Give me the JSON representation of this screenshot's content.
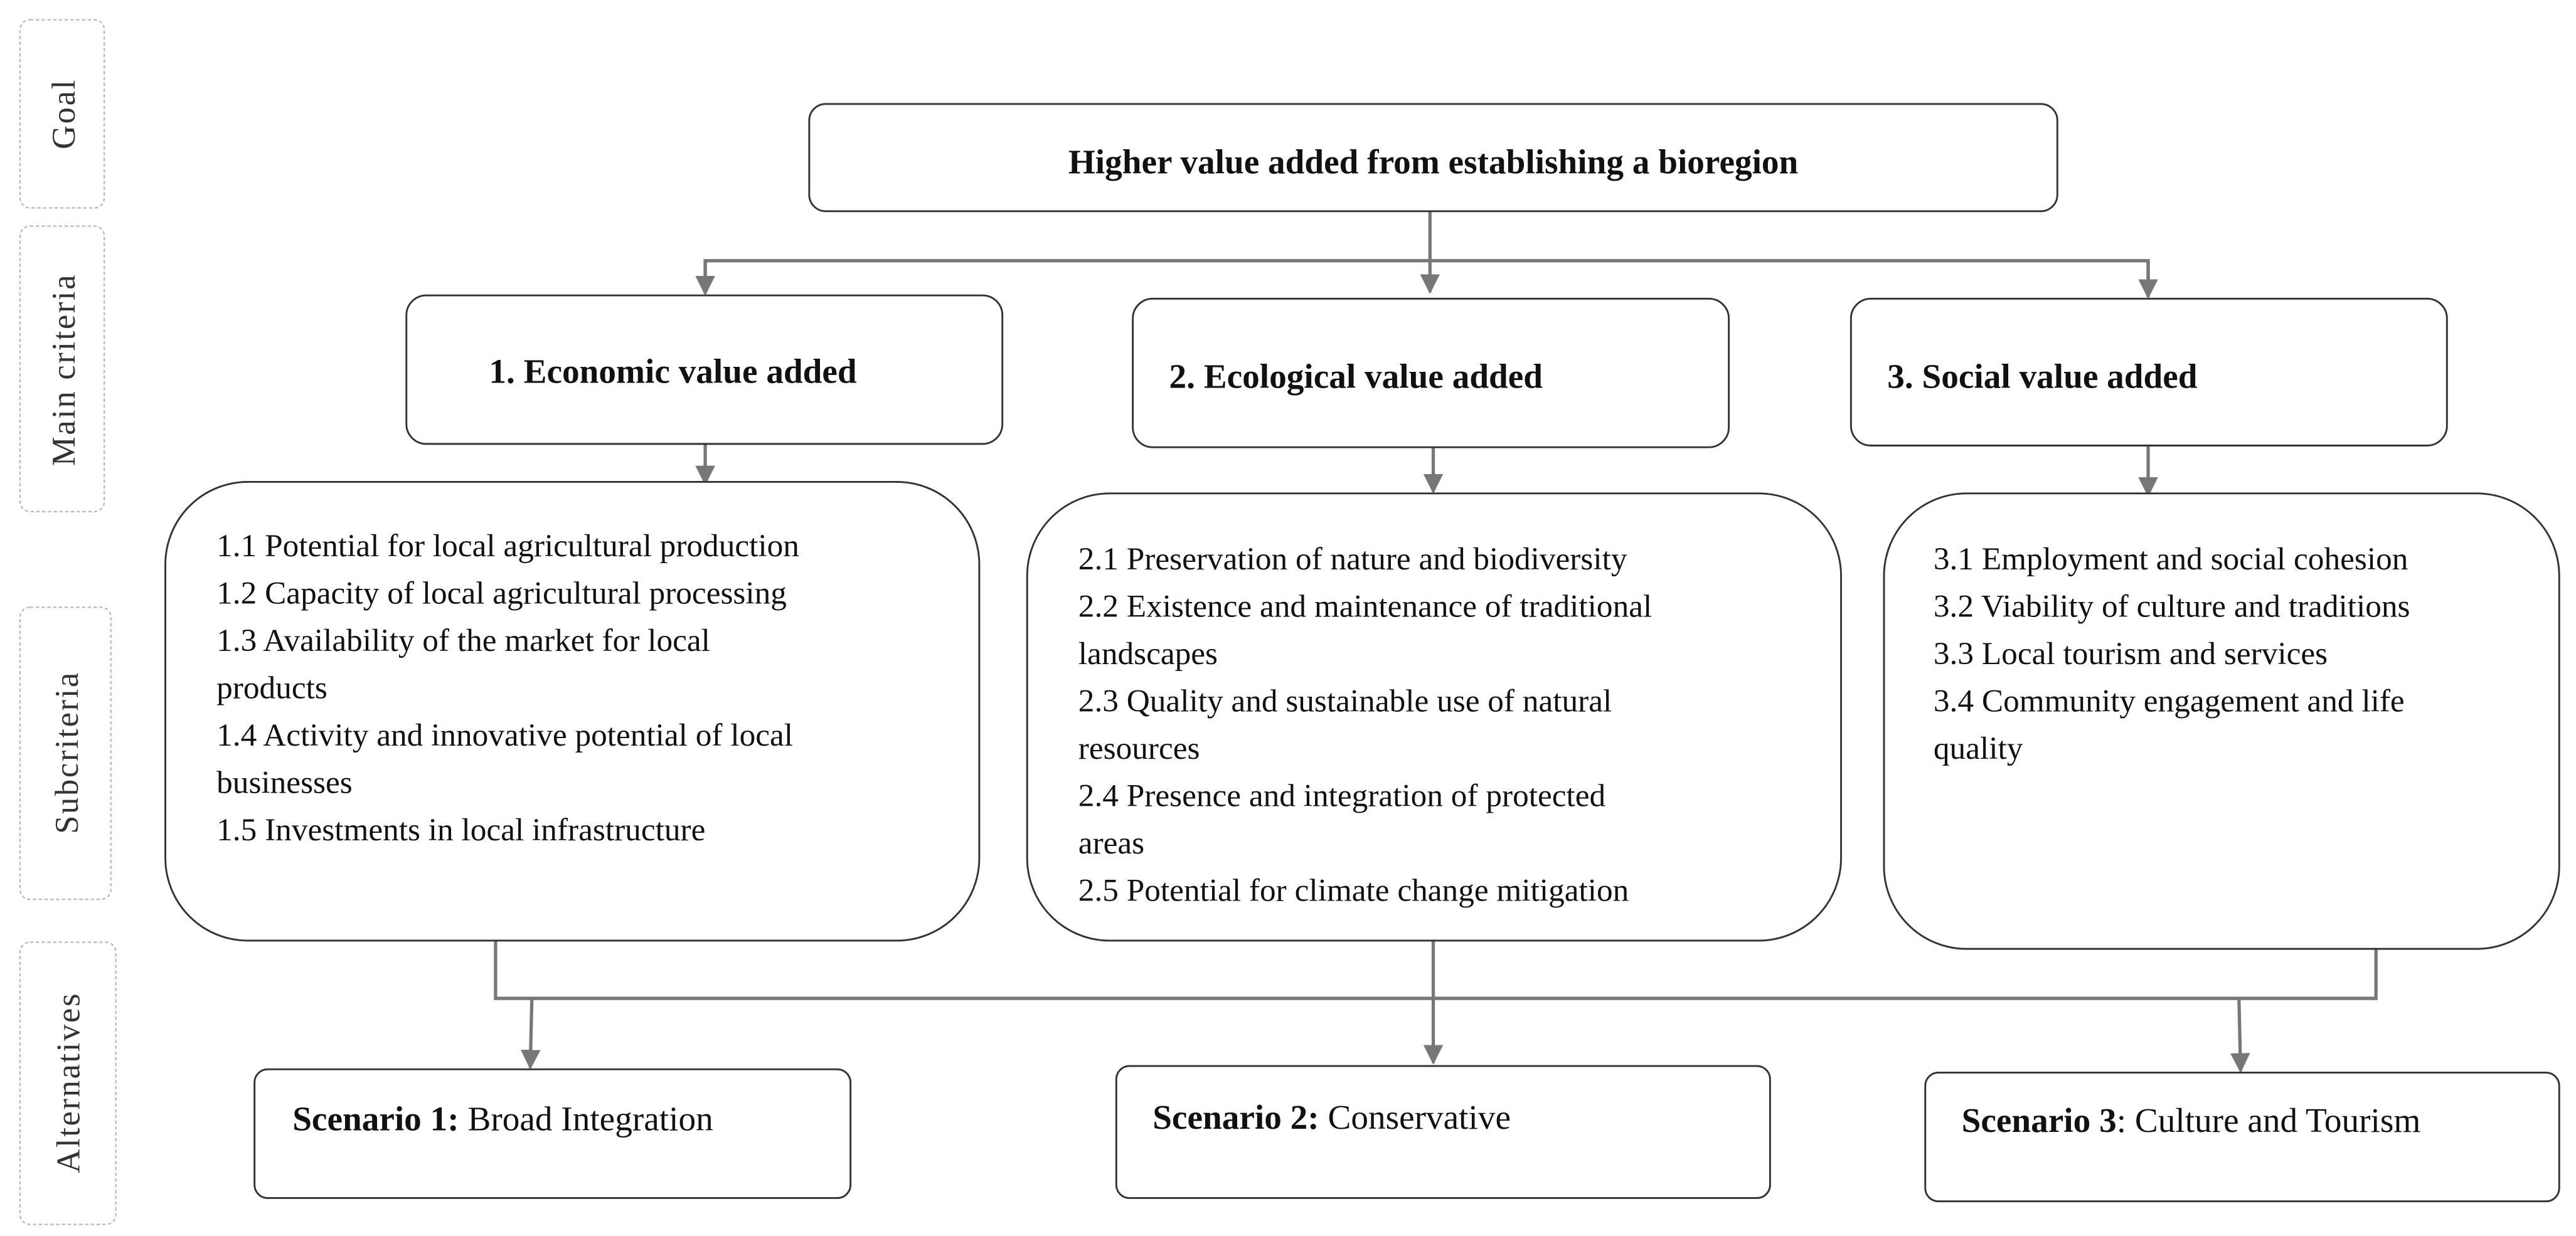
{
  "levels": [
    "Goal",
    "Main criteria",
    "Subcriteria",
    "Alternatives"
  ],
  "goal": "Higher value added from establishing a bioregion",
  "criteria": [
    {
      "title": "1. Economic value added",
      "lines": [
        "1.1 Potential for local agricultural production",
        "1.2 Capacity of local agricultural processing",
        "1.3 Availability of the market for local",
        "products",
        "1.4 Activity and innovative potential of local",
        "businesses",
        "1.5 Investments in local infrastructure"
      ]
    },
    {
      "title": "2. Ecological value added",
      "lines": [
        "2.1 Preservation of nature and biodiversity",
        "2.2 Existence and maintenance of traditional",
        "landscapes",
        "2.3 Quality and sustainable use of natural",
        "resources",
        "2.4 Presence and integration of protected",
        "areas",
        "2.5 Potential for climate change mitigation"
      ]
    },
    {
      "title": "3. Social value added",
      "lines": [
        "3.1 Employment and social cohesion",
        "3.2 Viability of culture and traditions",
        "3.3 Local tourism and services",
        "3.4 Community engagement and life",
        "quality"
      ]
    }
  ],
  "alternatives": [
    {
      "bold": "Scenario 1:",
      "rest": " Broad Integration"
    },
    {
      "bold": "Scenario 2:",
      "rest": " Conservative"
    },
    {
      "bold": "Scenario 3",
      "rest": ": Culture and Tourism"
    }
  ],
  "colors": {
    "line": "#777777",
    "border": "#333333"
  }
}
